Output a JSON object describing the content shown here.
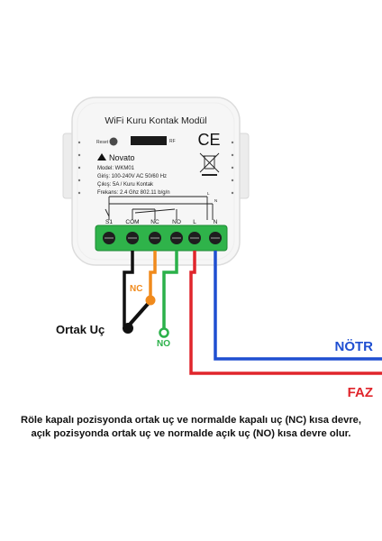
{
  "device": {
    "title": "WiFi Kuru Kontak Modül",
    "reset_label": "Reset",
    "rf_label": "RF",
    "ce_mark": "CE",
    "brand": "Novato",
    "specs": [
      "Model: WKM01",
      "Giriş: 100-240V AC 50/60 Hz",
      "Çıkış: 5A / Kuru Kontak",
      "Frekans: 2.4 Ghz 802.11 b/g/n"
    ],
    "small_labels": {
      "l": "L",
      "n": "N"
    },
    "terminals": [
      "S1",
      "COM",
      "NC",
      "NO",
      "L",
      "N"
    ],
    "terminal_block_color": "#2fb34a"
  },
  "wiring": {
    "nc_label": "NC",
    "no_label": "NO",
    "common_label": "Ortak Uç",
    "neutral_label": "NÖTR",
    "phase_label": "FAZ",
    "colors": {
      "neutral": "#1f4fd1",
      "phase": "#e0252b",
      "nc": "#f08a1c",
      "no": "#2bb14a",
      "common": "#111111"
    }
  },
  "caption": [
    "Röle kapalı pozisyonda ortak uç ve normalde kapalı uç (NC) kısa devre,",
    "açık pozisyonda ortak uç ve normalde açık uç (NO) kısa devre olur."
  ]
}
